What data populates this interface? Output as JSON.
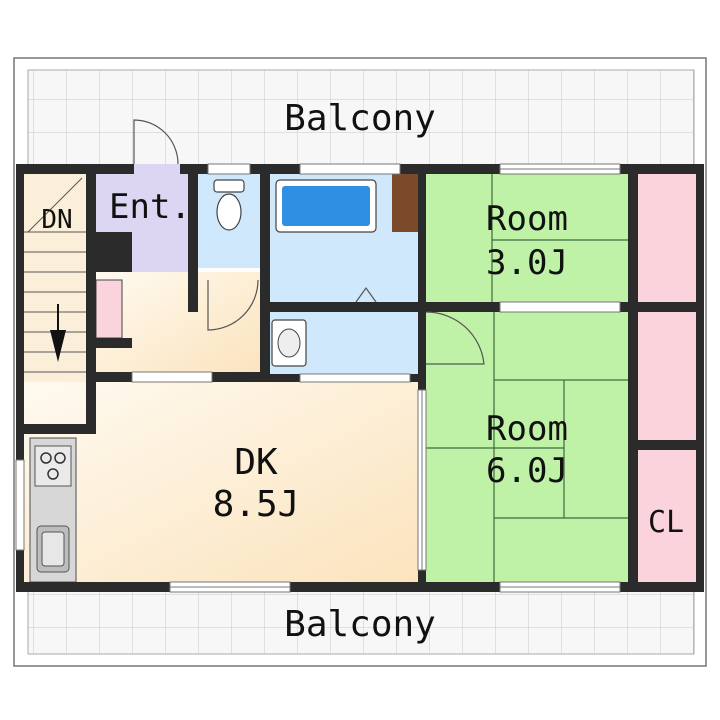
{
  "labels": {
    "balcony_top": "Balcony",
    "balcony_bottom": "Balcony",
    "down": "DN",
    "entrance": "Ent.",
    "room_small_name": "Room",
    "room_small_size": "3.0J",
    "room_large_name": "Room",
    "room_large_size": "6.0J",
    "dk_name": "DK",
    "dk_size": "8.5J",
    "closet": "CL"
  },
  "colors": {
    "wall": "#2b2b2b",
    "balcony_fill": "#f7f7f7",
    "balcony_grid": "#c8c8c8",
    "tatami": "#bff2a6",
    "tatami_line": "#3f6b3f",
    "wet_area": "#cfe8fb",
    "bath": "#2f8fe0",
    "entrance": "#dcd6f2",
    "floor": "#fdf0dc",
    "closet": "#fbd3dc",
    "wood": "#7b4a2a"
  }
}
